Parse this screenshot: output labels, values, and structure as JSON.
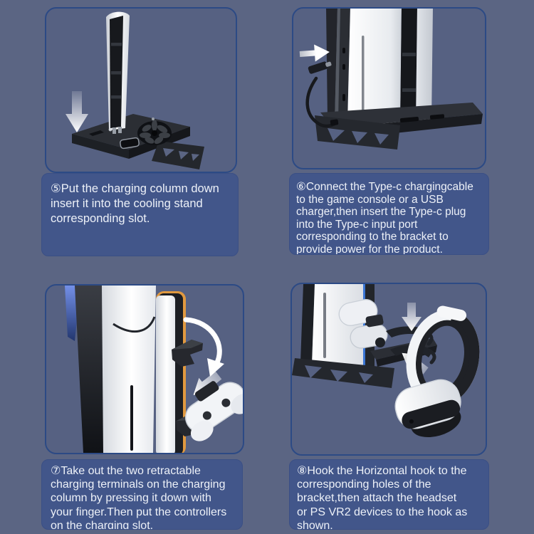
{
  "colors": {
    "page_background": "#5b6583",
    "figure_background": "#566182",
    "figure_border": "#2c4a85",
    "text_panel": "#42568a",
    "text": "#edf1f8",
    "product_black": "#1c1e23",
    "product_white": "#f2f4f7",
    "charging_column_orange": "#e1993f",
    "console_accent_blue": "#3b76d4",
    "arrow_white": "#ffffff"
  },
  "steps": [
    {
      "marker": "⑤",
      "lines": [
        "⑤Put the charging column down",
        "insert it into the cooling stand",
        "corresponding slot."
      ],
      "figure": {
        "depicts": "charging column above cooling stand with fan",
        "icons": [
          "down-arrow-icon"
        ]
      }
    },
    {
      "marker": "⑥",
      "lines": [
        "⑥Connect the Type-c chargingcable",
        "to the game console or a USB",
        "charger,then insert the Type-c plug",
        "into the Type-c input port",
        "corresponding to the bracket to",
        "provide power for the product."
      ],
      "figure": {
        "depicts": "PS5 console on bracket with Type-C cable and plug",
        "icons": [
          "right-arrow-icon"
        ]
      }
    },
    {
      "marker": "⑦",
      "lines": [
        "⑦Take out the two retractable",
        "charging terminals on the charging",
        "column by pressing it down with",
        "your finger.Then put the controllers",
        "on the charging slot."
      ],
      "figure": {
        "depicts": "retractable charging terminals on charging column with controller",
        "icons": [
          "curved-arrow-icon",
          "down-left-arrow-icon"
        ]
      }
    },
    {
      "marker": "⑧",
      "lines": [
        "⑧Hook the Horizontal hook to the",
        "corresponding holes of the",
        "bracket,then attach the headset",
        "or PS VR2 devices to the hook as",
        "shown."
      ],
      "figure": {
        "depicts": "horizontal hooks on bracket holding PS VR2 headset",
        "icons": [
          "down-arrow-icon",
          "up-left-arrow-icon"
        ]
      }
    }
  ]
}
